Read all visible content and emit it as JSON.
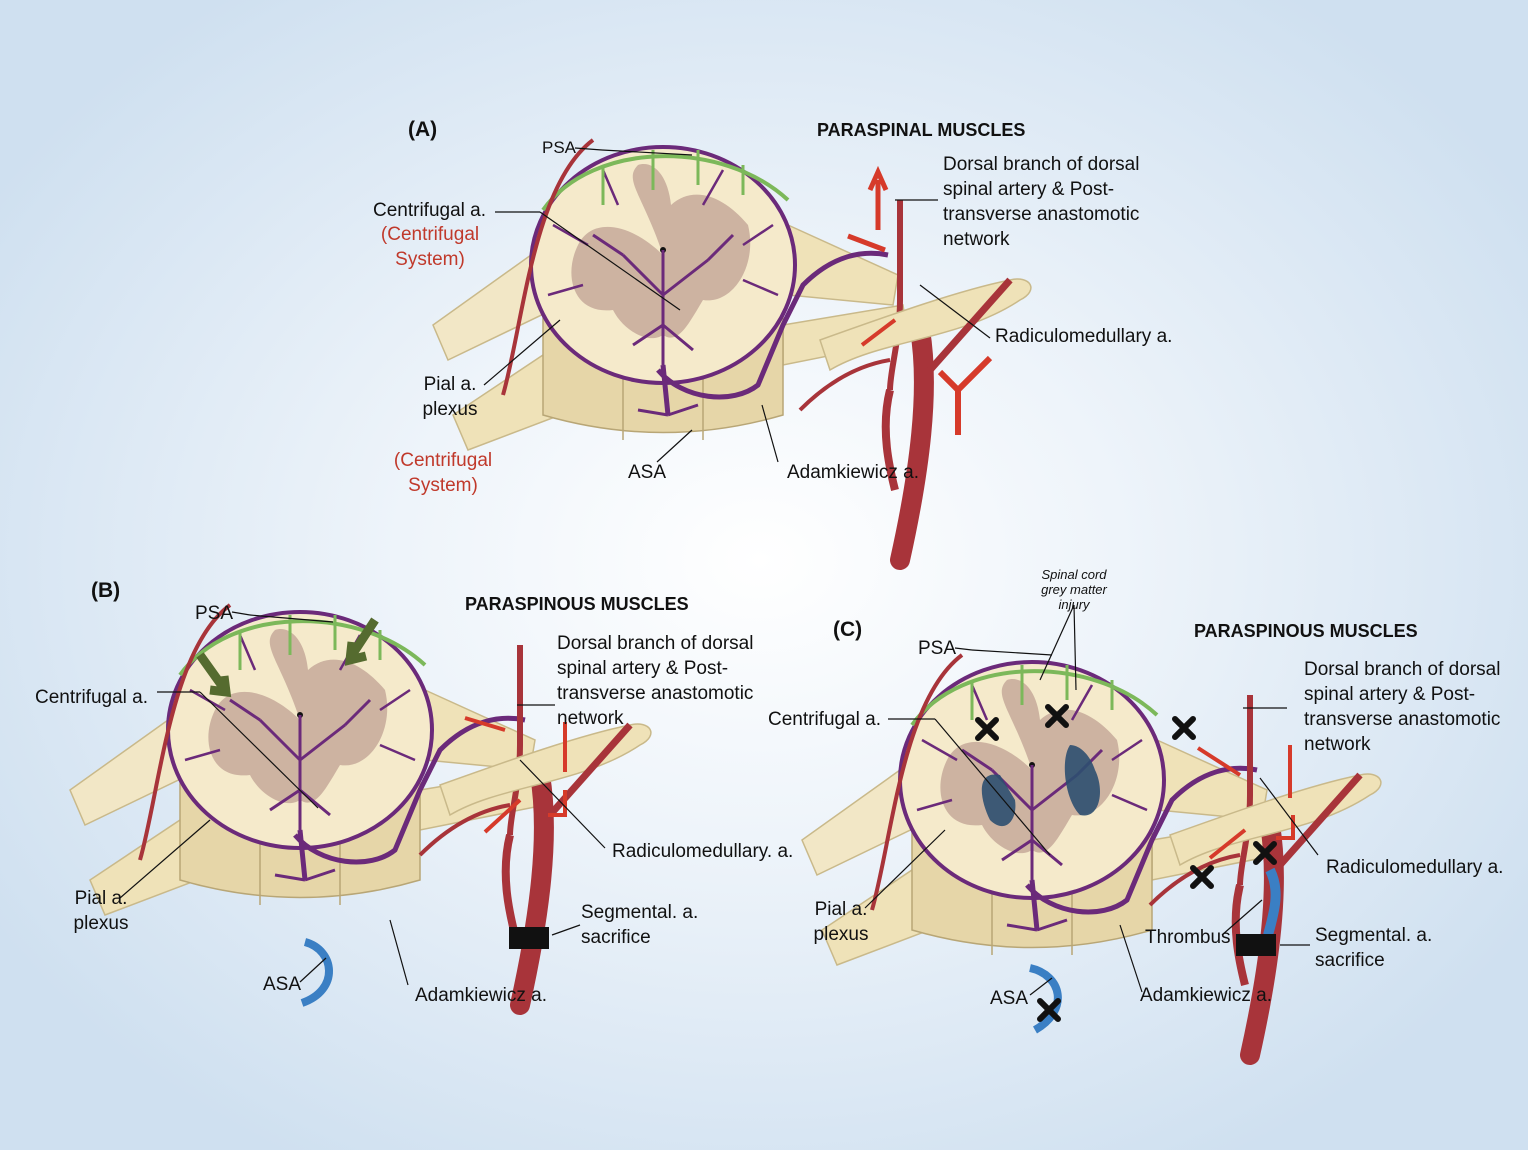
{
  "panels": [
    {
      "id": "A",
      "tag": "(A)",
      "heading": "PARASPINAL MUSCLES",
      "psa": "PSA",
      "centrifugal": "Centrifugal a.",
      "system_top": "(Centrifugal System)",
      "system_bottom": "(Centrifugal System)",
      "pial": "Pial a. plexus",
      "dorsal": "Dorsal branch of dorsal spinal artery & Post-transverse anastomotic network",
      "radiculo": "Radiculomedullary a.",
      "asa": "ASA",
      "adamkiewicz": "Adamkiewicz a."
    },
    {
      "id": "B",
      "tag": "(B)",
      "heading": "PARASPINOUS MUSCLES",
      "psa": "PSA",
      "centrifugal": "Centrifugal a.",
      "pial": "Pial a. plexus",
      "dorsal": "Dorsal branch of dorsal spinal artery & Post-transverse anastomotic network",
      "radiculo": "Radiculomedullary. a.",
      "segmental": "Segmental. a. sacrifice",
      "asa": "ASA",
      "adamkiewicz": "Adamkiewicz a."
    },
    {
      "id": "C",
      "tag": "(C)",
      "heading": "PARASPINOUS MUSCLES",
      "injury": "Spinal cord grey matter injury",
      "psa": "PSA",
      "centrifugal": "Centrifugal a.",
      "pial": "Pial a. plexus",
      "dorsal": "Dorsal branch of dorsal spinal artery & Post-transverse anastomotic network",
      "radiculo": "Radiculomedullary a.",
      "thrombus": "Thrombus",
      "segmental": "Segmental. a. sacrifice",
      "asa": "ASA",
      "adamkiewicz": "Adamkiewicz a."
    }
  ],
  "colors": {
    "artery": "#a8343a",
    "arrow": "#d63a2a",
    "pial_plexus": "#6b2a7a",
    "psa": "#7cb85a",
    "muscle": "#efe2b8",
    "cord": "#f4e8c8",
    "grey_matter": "#b9998a",
    "injury": "#2e4f70",
    "thrombus": "#3a7fc4",
    "psa_arrow": "#556b2f",
    "system_label": "#c0392b"
  }
}
